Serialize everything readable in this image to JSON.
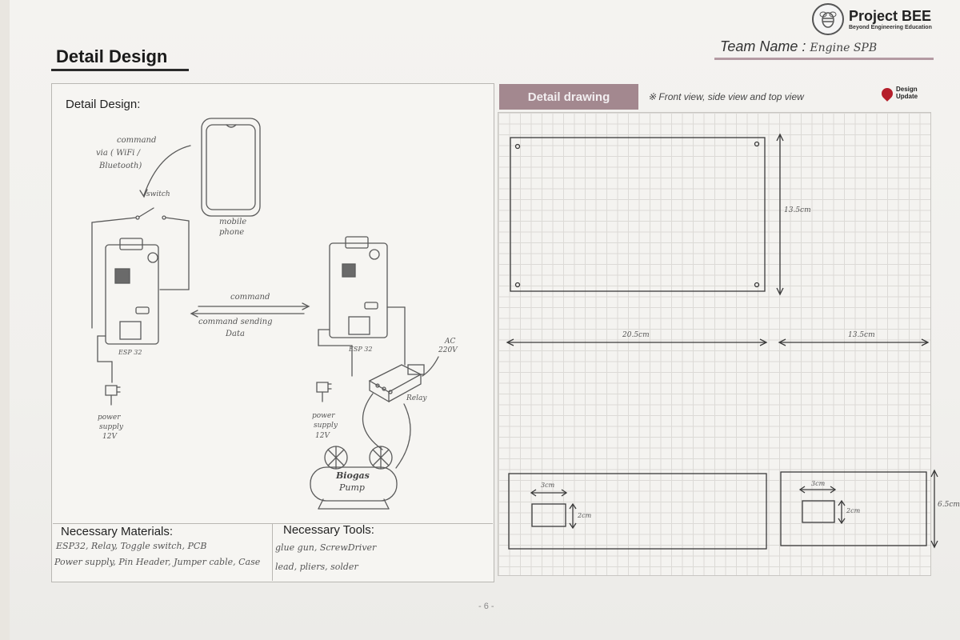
{
  "header": {
    "title": "Detail Design",
    "logo_name": "Project BEE",
    "logo_tagline": "Beyond Engineering Education",
    "team_label": "Team Name :",
    "team_value": "Engine SPB"
  },
  "left": {
    "panel_title": "Detail Design:",
    "labels": {
      "command1": "command",
      "via": "via ( WiFi /",
      "bluetooth": "Bluetooth)",
      "switch": "switch",
      "mobile": "mobile",
      "phone": "phone",
      "command2": "command",
      "sending": "command sending",
      "data": "Data",
      "esp_left": "ESP 32",
      "esp_right": "ESP 32",
      "ac": "AC",
      "ac_v": "220V",
      "relay": "Relay",
      "power": "power",
      "supply": "supply",
      "volt": "12V",
      "biogas": "Biogas",
      "pump": "Pump"
    },
    "materials_title": "Necessary Materials:",
    "materials_lines": [
      "ESP32, Relay, Toggle switch, PCB",
      "Power supply, Pin Header, Jumper cable, Case"
    ],
    "tools_title": "Necessary Tools:",
    "tools_lines": [
      "glue gun, ScrewDriver",
      "lead, pliers, solder"
    ]
  },
  "right": {
    "tab_label": "Detail drawing",
    "note": "※ Front view, side view and top view",
    "update_line1": "Design",
    "update_line2": "Update",
    "dim_height": "13.5cm",
    "dim_width": "20.5cm",
    "dim_side_width": "13.5cm",
    "dim_depth": "6.5cm",
    "dim_hole_w_front": "3cm",
    "dim_hole_h_front": "2cm",
    "dim_hole_w_side": "3cm",
    "dim_hole_h_side": "2cm"
  },
  "footer": {
    "page": "- 6 -"
  }
}
